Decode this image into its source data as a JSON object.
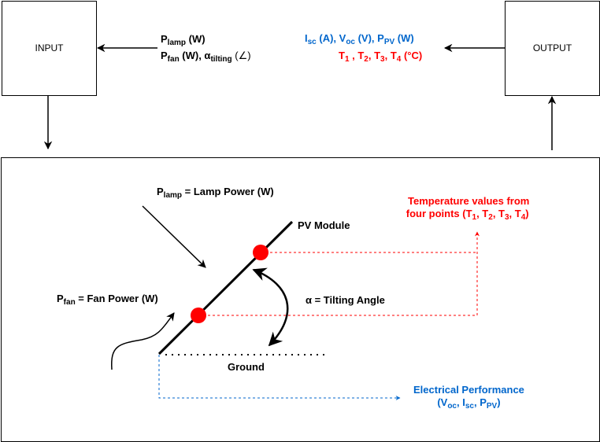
{
  "input_box": {
    "label": "INPUT"
  },
  "output_box": {
    "label": "OUTPUT"
  },
  "input_signals": {
    "line1": {
      "main": "P",
      "sub": "lamp",
      "rest": " (W)"
    },
    "line2": {
      "main": "P",
      "sub": "fan",
      "rest": " (W), α",
      "sub2": "tilting",
      "rest2": " (∠)"
    }
  },
  "output_signals": {
    "line1": {
      "i": "I",
      "i_sub": "sc",
      "i_rest": " (A), V",
      "v_sub": "oc",
      "v_rest": " (V), P",
      "p_sub": "PV",
      "p_rest": " (W)"
    },
    "line2": {
      "t1": "T",
      "t1_sub": "1",
      "t2": " , T",
      "t2_sub": "2",
      "t3": ", T",
      "t3_sub": "3",
      "t4": ", T",
      "t4_sub": "4",
      "unit": " (°C)"
    }
  },
  "system": {
    "lamp_label": {
      "main": "P",
      "sub": "lamp",
      "rest": " = Lamp Power (W)"
    },
    "fan_label": {
      "main": "P",
      "sub": "fan",
      "rest": " = Fan Power (W)"
    },
    "pv_module_label": "PV Module",
    "tilt_label": "α = Tilting Angle",
    "ground_label": "Ground",
    "temperature_label": {
      "line1": "Temperature values from",
      "line2_prefix": "four points (T",
      "s1": "1",
      "m1": ", T",
      "s2": "2",
      "m2": ", T",
      "s3": "3",
      "m3": ", T",
      "s4": "4",
      "end": ")"
    },
    "electrical_label": {
      "line1": "Electrical Performance",
      "l2a": "(V",
      "s1": "OC",
      "l2b": ", I",
      "s2": "SC",
      "l2c": ", P",
      "s3": "PV",
      "l2d": ")"
    }
  },
  "colors": {
    "blue": "#0066CC",
    "red": "#FF0000",
    "black": "#000000"
  }
}
